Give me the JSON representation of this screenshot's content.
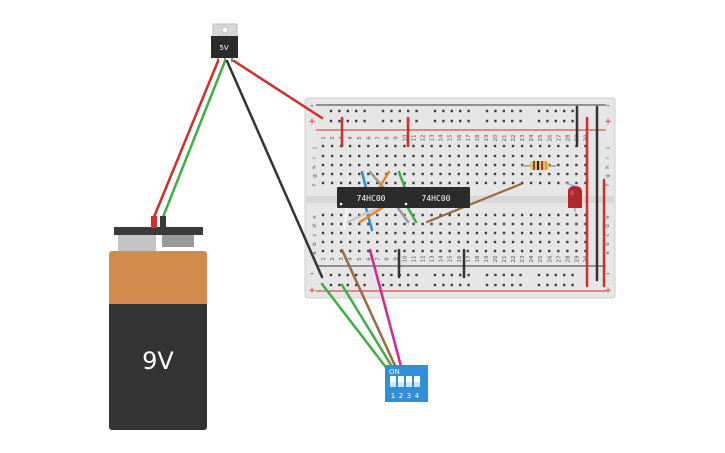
{
  "regulator": {
    "label": "5V"
  },
  "battery": {
    "label": "9V"
  },
  "chips": [
    {
      "label": "74HC00"
    },
    {
      "label": "74HC00"
    }
  ],
  "dip_switch": {
    "on_label": "ON",
    "numbers": [
      "1",
      "2",
      "3",
      "4"
    ]
  },
  "breadboard": {
    "rail_signs": [
      "-",
      "+",
      "-",
      "+"
    ],
    "row_letters_top": [
      "j",
      "i",
      "h",
      "g",
      "f"
    ],
    "row_letters_bottom": [
      "e",
      "d",
      "c",
      "b",
      "a"
    ],
    "column_numbers": [
      "1",
      "2",
      "3",
      "4",
      "5",
      "6",
      "7",
      "8",
      "9",
      "10",
      "11",
      "12",
      "13",
      "14",
      "15",
      "16",
      "17",
      "18",
      "19",
      "20",
      "21",
      "22",
      "23",
      "24",
      "25",
      "26",
      "27",
      "28",
      "29",
      "30"
    ]
  },
  "colors": {
    "wire_red": "#d32c2a",
    "wire_green": "#3cb043",
    "wire_black": "#333333",
    "wire_brown": "#9b6a3c",
    "wire_magenta": "#d4288c",
    "dip_blue": "#2f8fd8",
    "battery_orange": "#d38a4a",
    "battery_dark": "#333333",
    "led_red": "#b3262b"
  }
}
